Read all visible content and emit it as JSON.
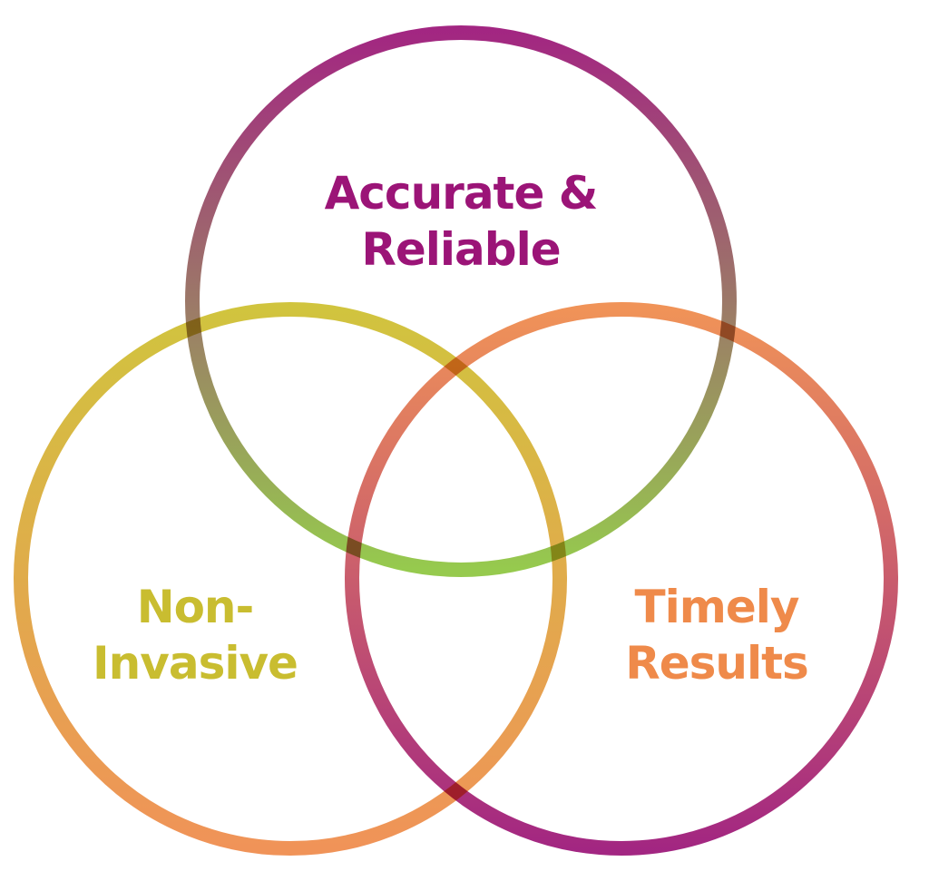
{
  "diagram": {
    "type": "venn",
    "sets": [
      {
        "label_line1": "Accurate &",
        "label_line2": "Reliable",
        "color": "#9b1477",
        "gradient": [
          "#9b1477",
          "#8dc63f"
        ]
      },
      {
        "label_line1": "Non-",
        "label_line2": "Invasive",
        "color": "#c9bd30",
        "gradient": [
          "#cdbf2e",
          "#ef8a4a"
        ]
      },
      {
        "label_line1": "Timely",
        "label_line2": "Results",
        "color": "#ef8a4a",
        "gradient": [
          "#ef8a4a",
          "#9b1477"
        ]
      }
    ]
  }
}
